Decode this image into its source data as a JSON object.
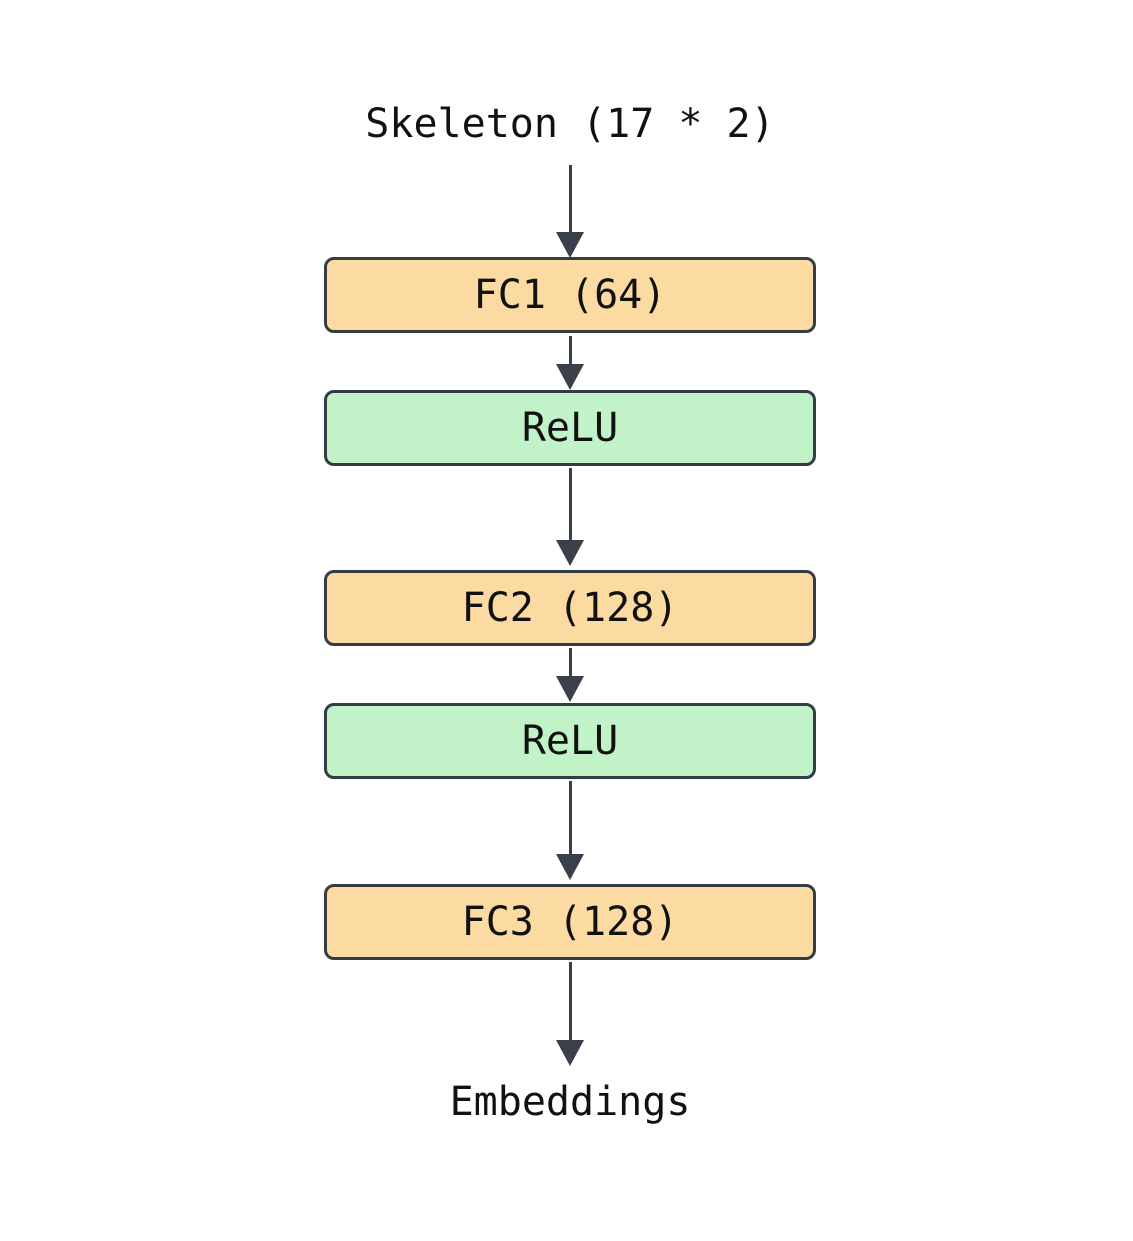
{
  "diagram": {
    "type": "flowchart",
    "direction": "top-down",
    "input_label": "Skeleton (17 * 2)",
    "output_label": "Embeddings",
    "nodes": [
      {
        "id": "fc1",
        "label": "FC1 (64)",
        "kind": "linear-layer"
      },
      {
        "id": "relu1",
        "label": "ReLU",
        "kind": "activation"
      },
      {
        "id": "fc2",
        "label": "FC2 (128)",
        "kind": "linear-layer"
      },
      {
        "id": "relu2",
        "label": "ReLU",
        "kind": "activation"
      },
      {
        "id": "fc3",
        "label": "FC3 (128)",
        "kind": "linear-layer"
      }
    ],
    "edges": [
      {
        "from": "input",
        "to": "fc1"
      },
      {
        "from": "fc1",
        "to": "relu1"
      },
      {
        "from": "relu1",
        "to": "fc2"
      },
      {
        "from": "fc2",
        "to": "relu2"
      },
      {
        "from": "relu2",
        "to": "fc3"
      },
      {
        "from": "fc3",
        "to": "output"
      }
    ],
    "colors": {
      "layer_fill": "#FCDBA2",
      "activation_fill": "#C2F2C8",
      "node_border": "#343C46",
      "arrow": "#394049",
      "text": "#111111",
      "background": "#FFFFFF"
    }
  }
}
